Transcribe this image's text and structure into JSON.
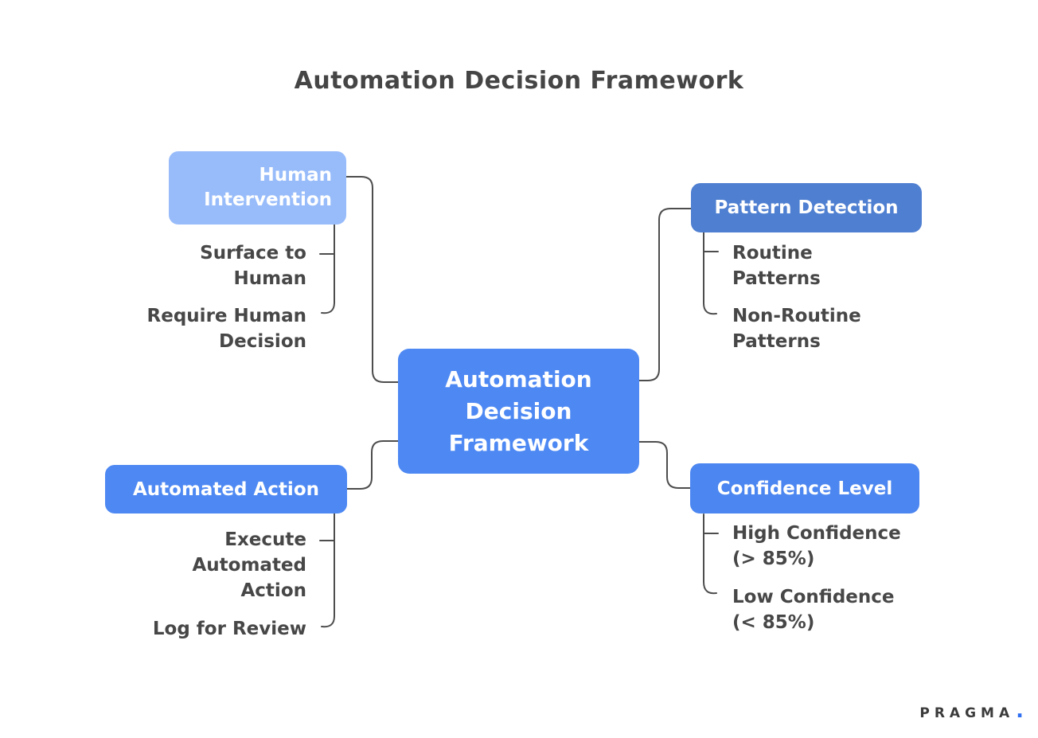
{
  "title": "Automation Decision Framework",
  "center": {
    "label": "Automation\nDecision\nFramework",
    "color": "#4e89f3"
  },
  "branches": [
    {
      "id": "human-intervention",
      "label": "Human\nIntervention",
      "color": "#98bcfa",
      "children": [
        "Surface to\nHuman",
        "Require Human\nDecision"
      ]
    },
    {
      "id": "pattern-detection",
      "label": "Pattern Detection",
      "color": "#4f7fd1",
      "children": [
        "Routine\nPatterns",
        "Non-Routine\nPatterns"
      ]
    },
    {
      "id": "automated-action",
      "label": "Automated Action",
      "color": "#4e89f3",
      "children": [
        "Execute\nAutomated\nAction",
        "Log for Review"
      ]
    },
    {
      "id": "confidence-level",
      "label": "Confidence Level",
      "color": "#4c86f0",
      "children": [
        "High Confidence\n(> 85%)",
        "Low Confidence\n(< 85%)"
      ]
    }
  ],
  "connector_color": "#4d4d4d",
  "text_color": "#474747",
  "logo": {
    "text": "PRAGMA",
    "dot": ".",
    "dot_color": "#2f6ff2"
  }
}
